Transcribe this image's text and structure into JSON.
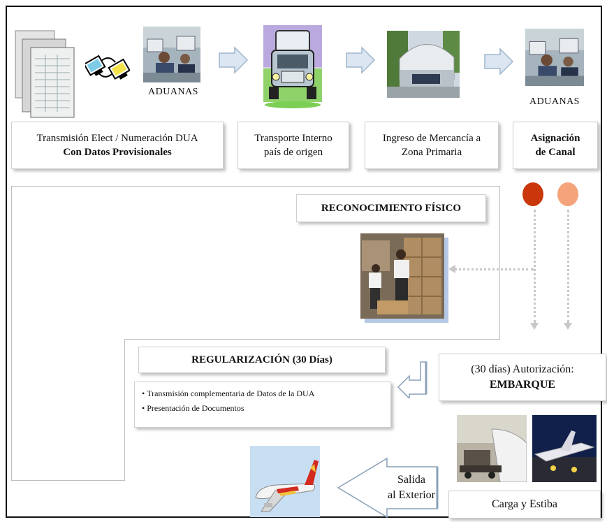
{
  "top_row": {
    "aduanas_label_1": "ADUANAS",
    "aduanas_label_2": "ADUANAS",
    "step1": {
      "line1": "Transmisión Elect / Numeración DUA",
      "line2": "Con Datos Provisionales"
    },
    "step2": {
      "line1": "Transporte Interno",
      "line2": "país de origen"
    },
    "step3": {
      "line1": "Ingreso de Mercancía a",
      "line2": "Zona Primaria"
    },
    "step4": {
      "line1": "Asignación",
      "line2": "de Canal"
    }
  },
  "channels": {
    "red_color": "#c9370a",
    "orange_color": "#f4a37a"
  },
  "reconocimiento": {
    "title": "RECONOCIMIENTO FÍSICO"
  },
  "regularizacion": {
    "title": "REGULARIZACIÓN (30 Días)",
    "items": [
      "Transmisión complementaria de Datos de la DUA",
      "Presentación de Documentos"
    ]
  },
  "embarque": {
    "line1": "(30 días) Autorización:",
    "line2": "EMBARQUE"
  },
  "carga": {
    "label": "Carga y Estiba"
  },
  "salida": {
    "line1": "Salida",
    "line2": "al Exterior"
  },
  "icons": [
    "documents-icon",
    "computers-exchange-icon",
    "office-workers-photo",
    "truck-icon",
    "warehouse-photo",
    "forklift-photo",
    "airport-loading-photo",
    "airplane-icon",
    "arrow-right-icon",
    "arrow-left-icon"
  ]
}
